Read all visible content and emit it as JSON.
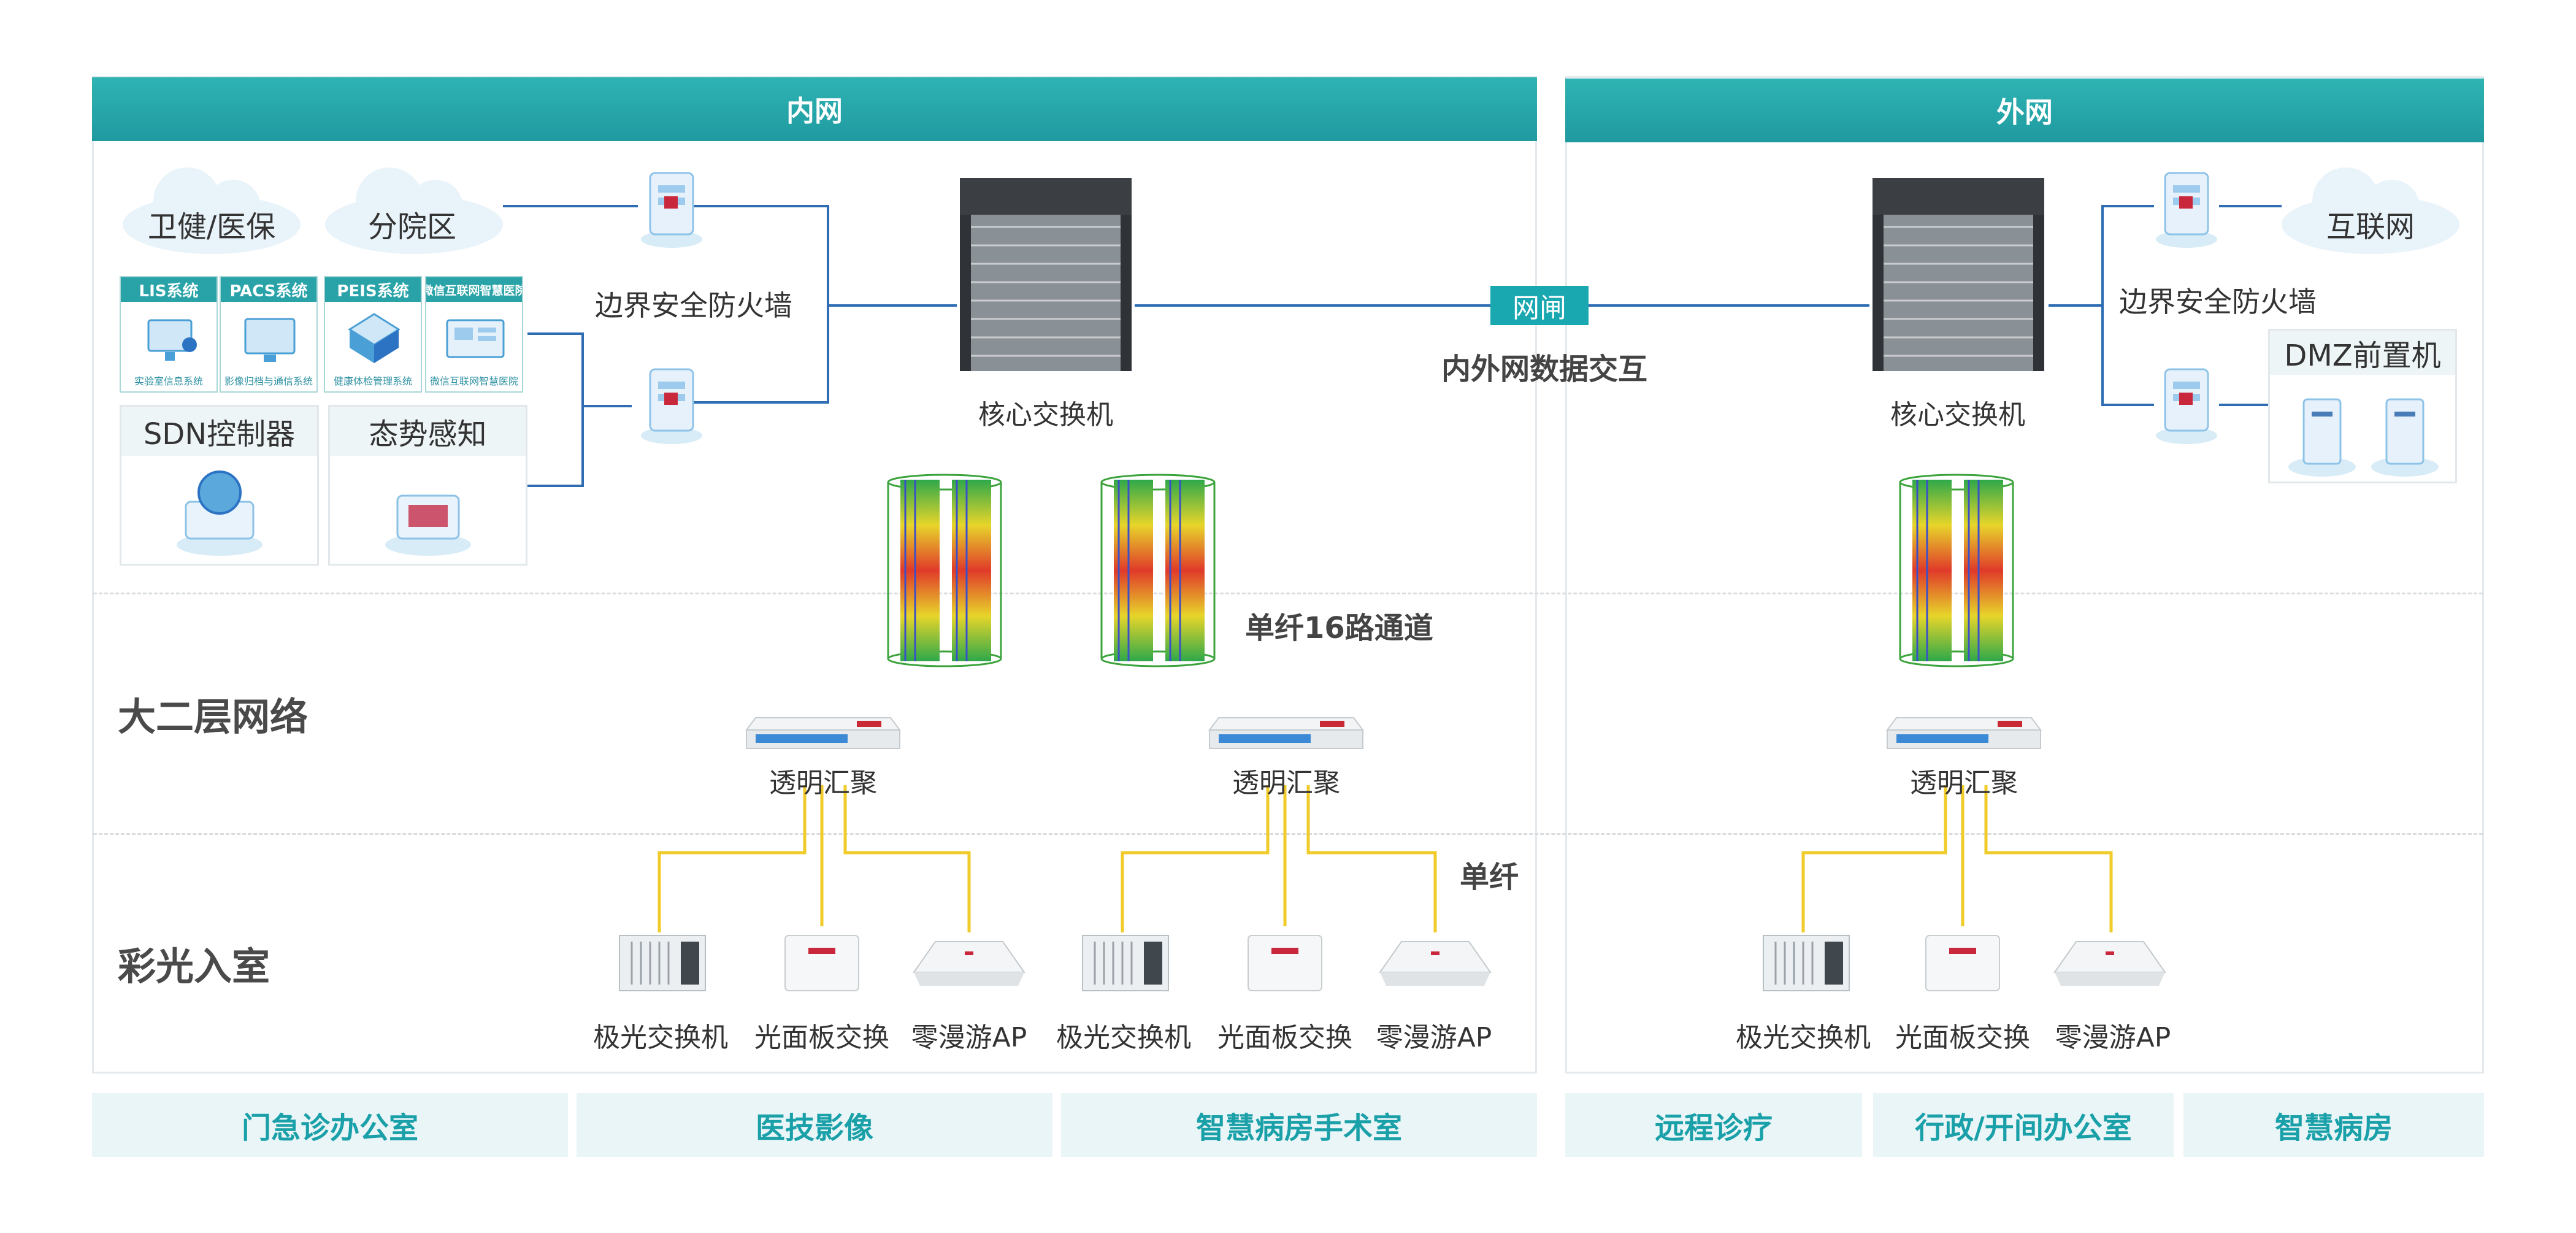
{
  "headers": {
    "inner": "内网",
    "outer": "外网"
  },
  "clouds": {
    "wj": "卫健/医保",
    "fy": "分院区",
    "hlw": "互联网"
  },
  "systems": [
    {
      "title": "LIS系统",
      "sub": "实验室信息系统"
    },
    {
      "title": "PACS系统",
      "sub": "影像归档与通信系统"
    },
    {
      "title": "PEIS系统",
      "sub": "健康体检管理系统"
    },
    {
      "title": "微信互联网智慧医院",
      "sub": "微信互联网智慧医院"
    }
  ],
  "boxes": {
    "sdn": "SDN控制器",
    "ts": "态势感知",
    "dmz": "DMZ前置机"
  },
  "firewall_label": "边界安全防火墙",
  "core_label": "核心交换机",
  "gateway": {
    "label": "网闸",
    "caption": "内外网数据交互"
  },
  "channel_label": "单纤16路通道",
  "aggregation_label": "透明汇聚",
  "single_fiber_label": "单纤",
  "layers": {
    "l2": "大二层网络",
    "color": "彩光入室"
  },
  "devices": {
    "switch": "极光交换机",
    "panel": "光面板交换",
    "ap": "零漫游AP"
  },
  "footer": [
    "门急诊办公室",
    "医技影像",
    "智慧病房手术室",
    "远程诊疗",
    "行政/开间办公室",
    "智慧病房"
  ],
  "colors": {
    "accent": "#1fa3a8",
    "line_blue": "#2e6db3",
    "line_yellow": "#f1cb2a"
  }
}
